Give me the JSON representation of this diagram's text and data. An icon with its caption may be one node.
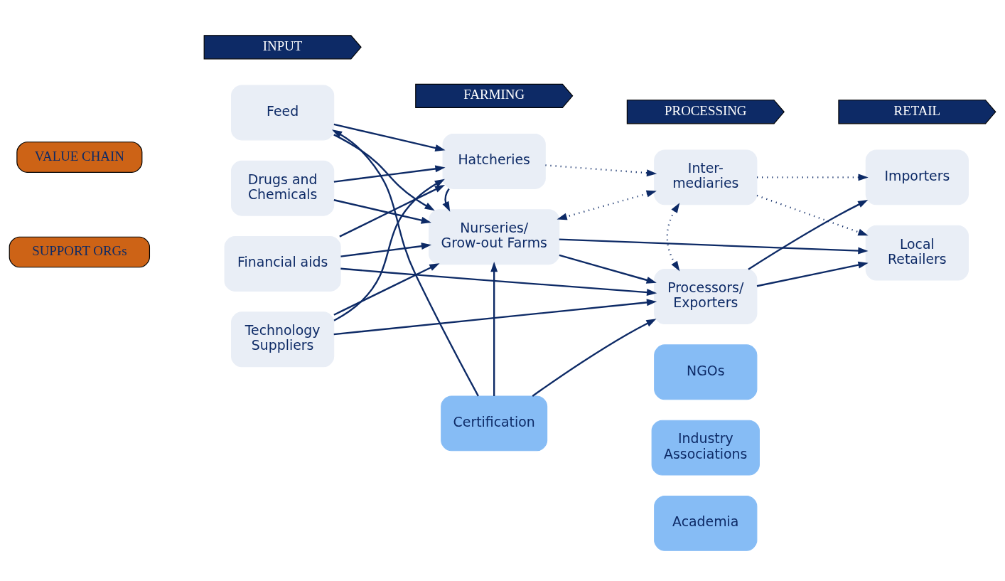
{
  "diagram": {
    "nodes": [
      {
        "text": [
          "INPUT"
        ]
      },
      {
        "text": [
          "FARMING"
        ]
      },
      {
        "text": [
          "PROCESSING"
        ]
      },
      {
        "text": [
          "RETAIL"
        ]
      },
      {
        "text": [
          "VALUE CHAIN"
        ]
      },
      {
        "text": [
          "SUPPORT ORGs"
        ]
      },
      {
        "text": [
          "Feed"
        ]
      },
      {
        "text": [
          "Drugs and Chemicals"
        ]
      },
      {
        "text": [
          "Financial aids"
        ]
      },
      {
        "text": [
          "Technology Suppliers"
        ]
      },
      {
        "text": [
          "Hatcheries"
        ]
      },
      {
        "text": [
          "Nurseries/ Grow-out Farms"
        ]
      },
      {
        "text": [
          "Inter- mediaries"
        ]
      },
      {
        "text": [
          "Processors/ Exporters"
        ]
      },
      {
        "text": [
          "Importers"
        ]
      },
      {
        "text": [
          "Local Retailers"
        ]
      },
      {
        "text": [
          "Certification"
        ]
      },
      {
        "text": [
          "NGOs"
        ]
      },
      {
        "text": [
          "Industry Associations"
        ]
      },
      {
        "text": [
          "Academia"
        ]
      }
    ],
    "edges": [
      {
        "from": 6,
        "to": 10,
        "arrow": "to"
      },
      {
        "from": 7,
        "to": 10,
        "arrow": "to"
      },
      {
        "from": 8,
        "to": 10,
        "arrow": "to"
      },
      {
        "from": 9,
        "to": 10,
        "arrow": "to"
      },
      {
        "from": 6,
        "to": 11,
        "arrow": "to"
      },
      {
        "from": 7,
        "to": 11,
        "arrow": "to"
      },
      {
        "from": 8,
        "to": 11,
        "arrow": "to"
      },
      {
        "from": 9,
        "to": 11,
        "arrow": "to"
      },
      {
        "from": 10,
        "to": 11,
        "arrow": "to"
      },
      {
        "from": 10,
        "to": 12,
        "arrow": "to",
        "style": "dashed"
      },
      {
        "from": 12,
        "to": 14,
        "arrow": "to",
        "style": "dashed"
      },
      {
        "from": 12,
        "to": 15,
        "arrow": "to",
        "style": "dashed"
      },
      {
        "from": 12,
        "to": 11,
        "arrow": "both",
        "style": "dashed"
      },
      {
        "from": 12,
        "to": 13,
        "arrow": "both",
        "style": "dashed"
      },
      {
        "from": 13,
        "to": 14,
        "arrow": "to"
      },
      {
        "from": 13,
        "to": 15,
        "arrow": "to"
      },
      {
        "from": 11,
        "to": 13,
        "arrow": "to"
      },
      {
        "from": 11,
        "to": 15,
        "arrow": "to"
      },
      {
        "from": 8,
        "to": 13,
        "arrow": "to"
      },
      {
        "from": 9,
        "to": 13,
        "arrow": "to"
      },
      {
        "from": 16,
        "to": 11,
        "arrow": "to"
      },
      {
        "from": 16,
        "to": 6,
        "arrow": "to"
      },
      {
        "from": 16,
        "to": 13,
        "arrow": "to"
      }
    ]
  }
}
